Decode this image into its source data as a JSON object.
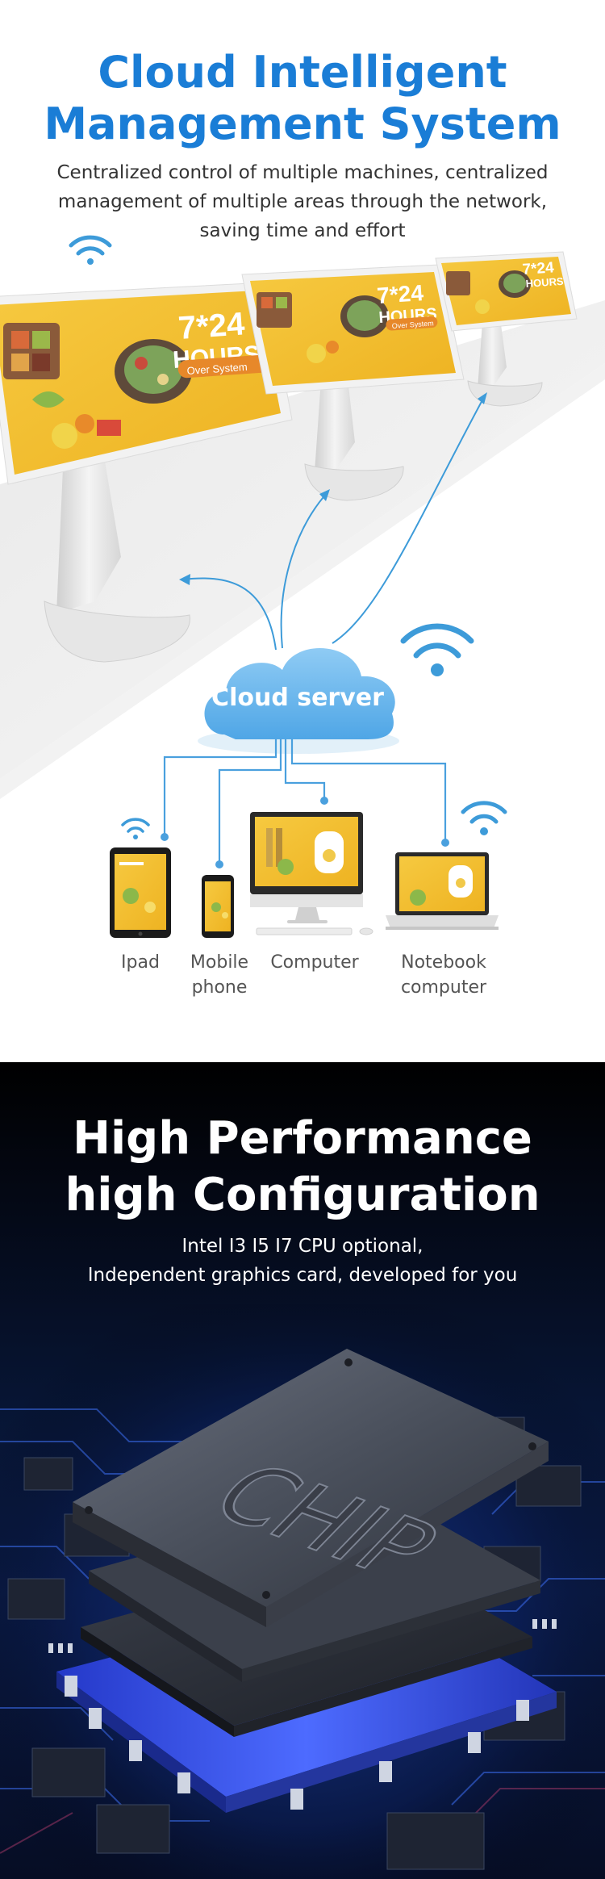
{
  "cloud_section": {
    "title_line1": "Cloud Intelligent",
    "title_line2": "Management System",
    "description_line1": "Centralized control of multiple machines, centralized",
    "description_line2": "management of multiple areas through the network,",
    "description_line3": "saving time and effort",
    "cloud_label": "Cloud server",
    "kiosk_screen": {
      "big_text": "7*24",
      "hours_text": "HOURS",
      "tag_text": "Over System"
    },
    "devices": [
      {
        "label_line1": "Ipad",
        "label_line2": ""
      },
      {
        "label_line1": "Mobile",
        "label_line2": "phone"
      },
      {
        "label_line1": "Computer",
        "label_line2": ""
      },
      {
        "label_line1": "Notebook",
        "label_line2": "computer"
      }
    ],
    "colors": {
      "title": "#1a7dd6",
      "link_line": "#3d9bd9",
      "cloud": "#6cb8ec",
      "screen_yellow": "#f3c23a"
    }
  },
  "performance_section": {
    "title_line1": "High Performance",
    "title_line2": "high Configuration",
    "description_line1": "Intel I3 I5 I7 CPU optional,",
    "description_line2": "Independent graphics card, developed for you",
    "chip_label": "CHIP",
    "colors": {
      "background": "#071534",
      "accent_blue": "#3d5cff",
      "chip": "#4a5060"
    }
  }
}
